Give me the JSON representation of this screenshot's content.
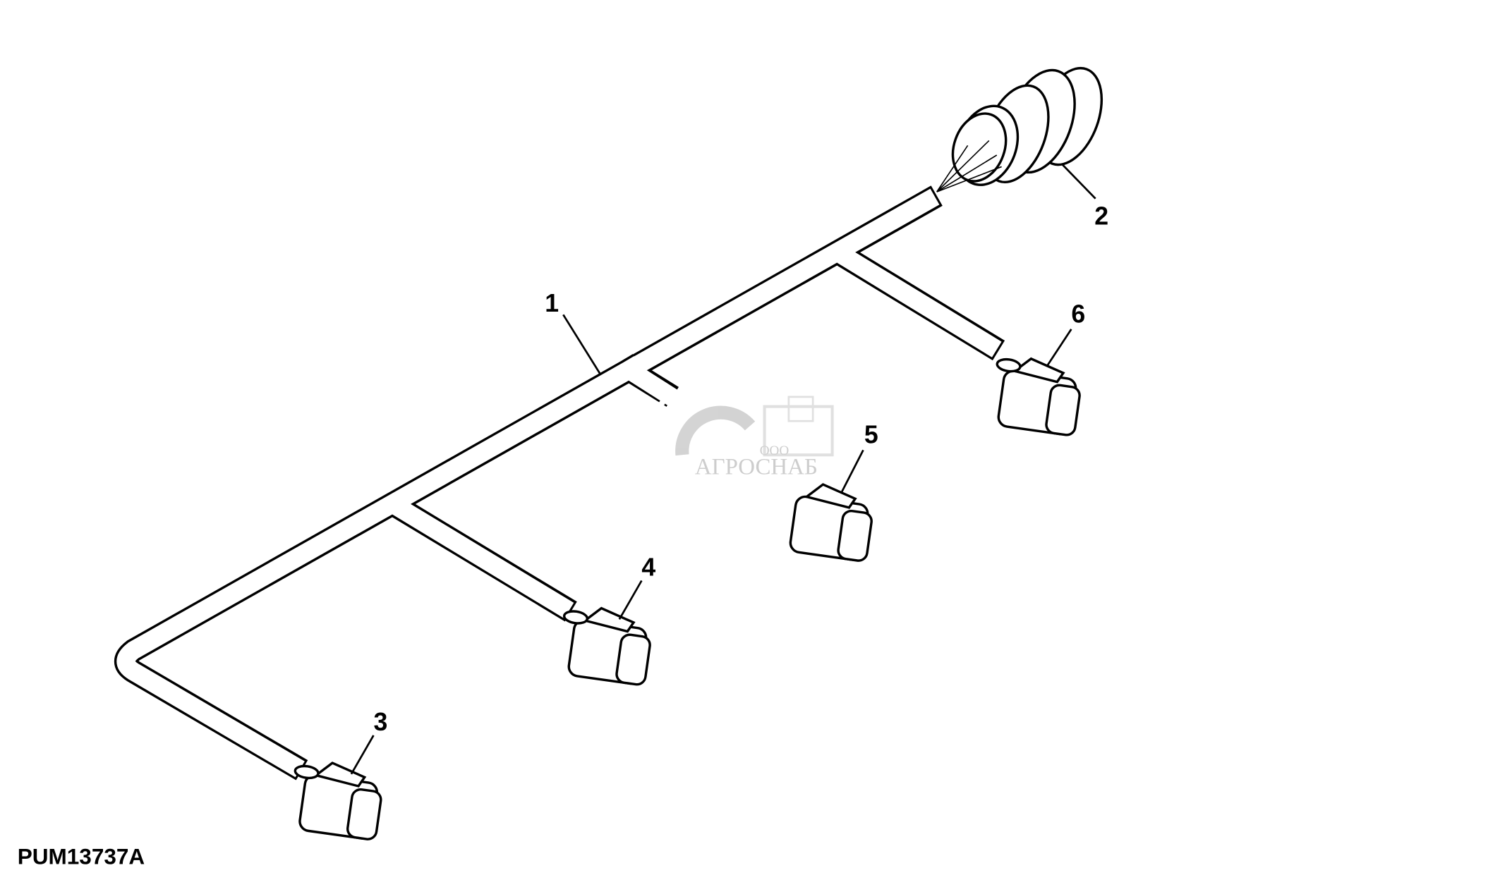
{
  "figure_code": "PUM13737A",
  "callouts": [
    "1",
    "2",
    "3",
    "4",
    "5",
    "6"
  ],
  "watermark": {
    "top": "ООО",
    "name": "АГРОСНАБ"
  },
  "colors": {
    "line": "#000000",
    "background": "#ffffff",
    "watermark": "#c8c8c8"
  }
}
